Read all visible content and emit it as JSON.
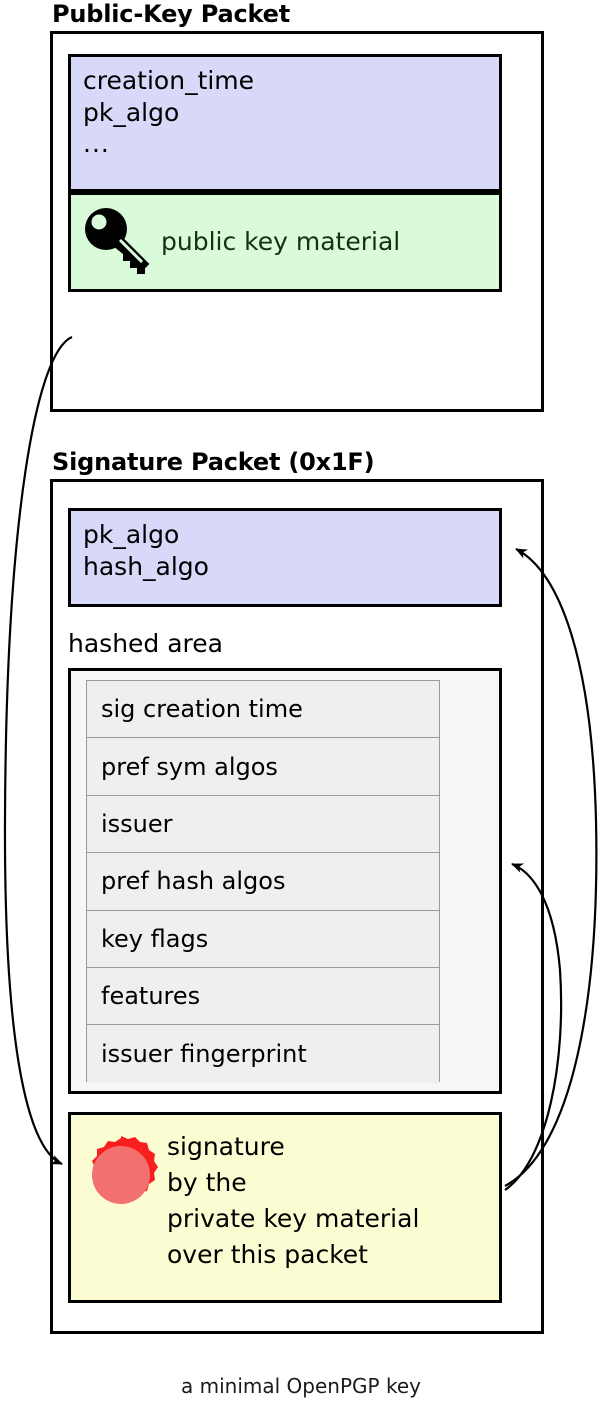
{
  "diagram": {
    "caption": "a minimal OpenPGP key",
    "colors": {
      "lavender": "#d8d8f8",
      "green": "#d9fbd9",
      "yellow": "#fcfcd2",
      "grey_panel": "#f7f7f7",
      "grey_row": "#efefef",
      "seal_outer": "#fa1f1f",
      "seal_inner": "#f2706f",
      "stroke": "#000000"
    },
    "public_key_packet": {
      "title": "Public-Key Packet",
      "fields": [
        "creation_time",
        "pk_algo",
        "..."
      ],
      "material": {
        "icon": "key-icon",
        "label": "public key material"
      }
    },
    "signature_packet": {
      "title": "Signature Packet (0x1F)",
      "fields": [
        "pk_algo",
        "hash_algo"
      ],
      "hashed_area": {
        "label": "hashed area",
        "subpackets": [
          "sig creation time",
          "pref sym algos",
          "issuer",
          "pref hash algos",
          "key flags",
          "features",
          "issuer fingerprint"
        ]
      },
      "signature_block": {
        "icon": "wax-seal-icon",
        "lines": [
          "signature",
          "by the",
          "private key material",
          "over this packet"
        ]
      }
    },
    "arrows": [
      {
        "name": "public-key-to-signature",
        "from": "public-key-packet",
        "to": "signature-block"
      },
      {
        "name": "signature-covers-sig-fields",
        "from": "signature-block",
        "to": "signature-packet-fields"
      },
      {
        "name": "signature-covers-hashed-area",
        "from": "signature-block",
        "to": "hashed-area"
      }
    ]
  }
}
